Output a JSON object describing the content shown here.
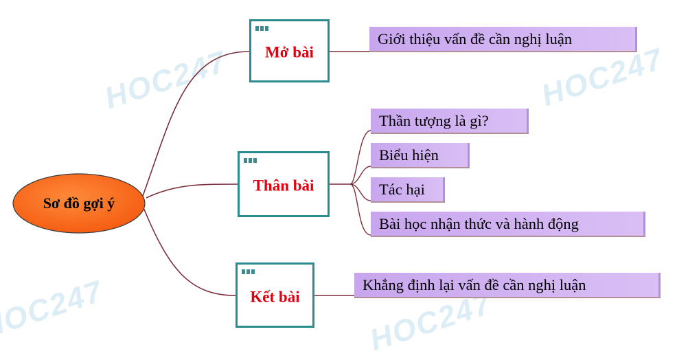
{
  "root": {
    "label": "Sơ đồ gợi ý"
  },
  "branches": [
    {
      "label": "Mở bài",
      "leaves": [
        "Giới thiệu vấn đề cần nghị luận"
      ]
    },
    {
      "label": "Thân bài",
      "leaves": [
        "Thần tượng là gì?",
        "Biểu hiện",
        "Tác hại",
        "Bài học nhận thức và hành động"
      ]
    },
    {
      "label": "Kết bài",
      "leaves": [
        "Khẳng định lại vấn đề cần nghị luận"
      ]
    }
  ],
  "watermark": {
    "text": "HOC247"
  },
  "colors": {
    "root_fill": "#ff6a1a",
    "branch_border": "#2a8c91",
    "branch_text": "#e0000f",
    "leaf_fill": "#cdadf1",
    "connector": "#7a2f3a"
  }
}
